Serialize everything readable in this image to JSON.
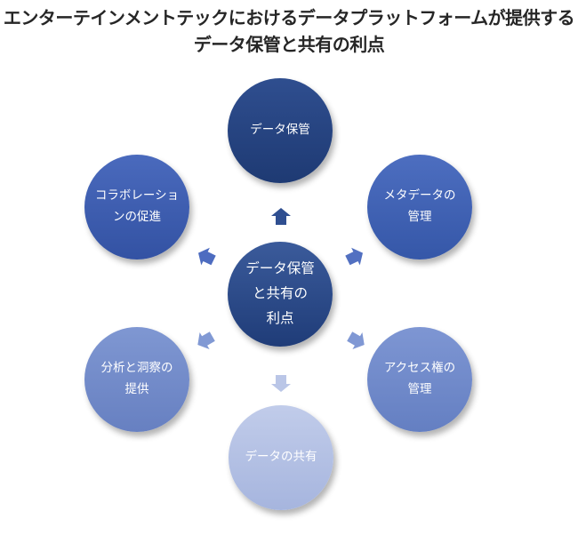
{
  "title": {
    "line1": "エンターテインメントテックにおけるデータプラットフォームが提供する",
    "line2": "データ保管と共有の利点"
  },
  "center": {
    "label": "データ保管\nと共有の\n利点",
    "color_top": "#3b5b9b",
    "color_bottom": "#1f3c78"
  },
  "nodes": [
    {
      "label": "データ保管",
      "color_top": "#2f4e8f",
      "color_bottom": "#1e3a73"
    },
    {
      "label": "メタデータの\n管理",
      "color_top": "#4d6ec0",
      "color_bottom": "#3557a8"
    },
    {
      "label": "アクセス権の\n管理",
      "color_top": "#7e96d3",
      "color_bottom": "#647fc2"
    },
    {
      "label": "データの共有",
      "color_top": "#c1ccea",
      "color_bottom": "#a6b5de"
    },
    {
      "label": "分析と洞察の\n提供",
      "color_top": "#7f97d2",
      "color_bottom": "#6780c1"
    },
    {
      "label": "コラボレーショ\nンの促進",
      "color_top": "#4a6abd",
      "color_bottom": "#3352a3"
    }
  ],
  "arrows": [
    {
      "color": "#2f4f91"
    },
    {
      "color": "#5270c1"
    },
    {
      "color": "#8098d4"
    },
    {
      "color": "#bac6e7"
    },
    {
      "color": "#8199d4"
    },
    {
      "color": "#4d6cc0"
    }
  ]
}
